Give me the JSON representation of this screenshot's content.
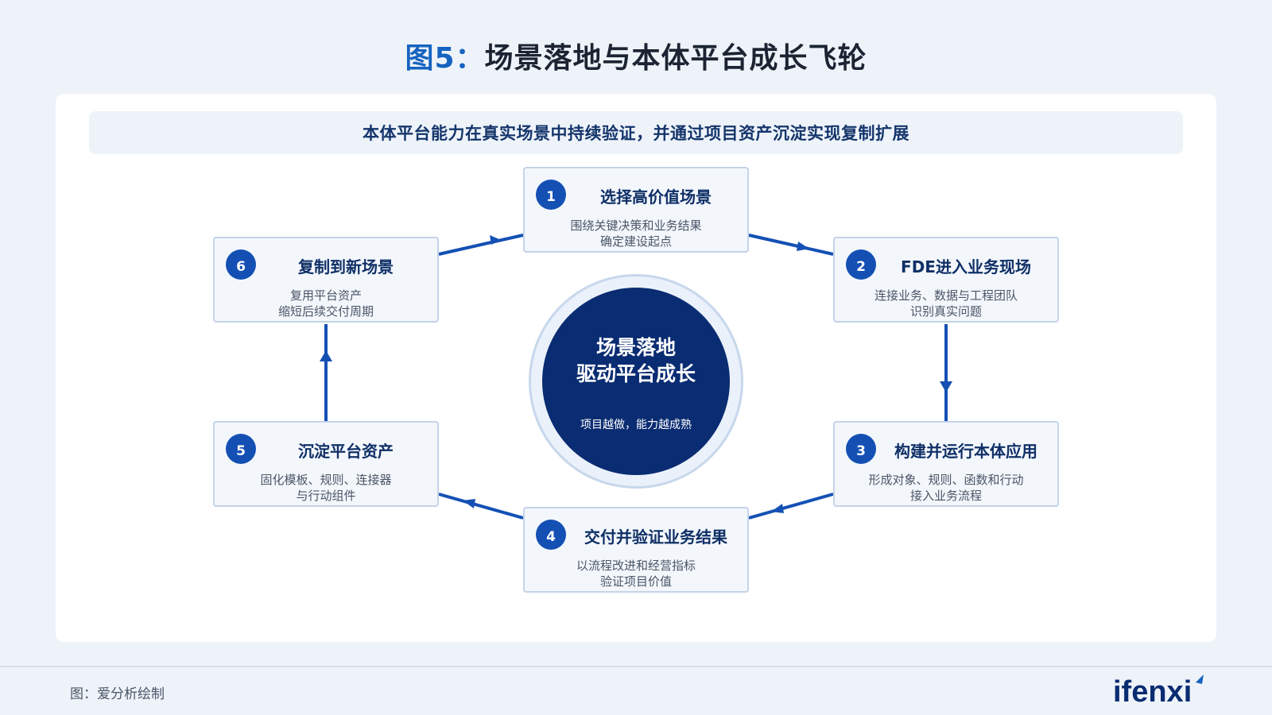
{
  "title": {
    "prefix": "图5：",
    "main": "场景落地与本体平台成长飞轮"
  },
  "subtitle": "本体平台能力在真实场景中持续验证，并通过项目资产沉淀实现复制扩展",
  "hub": {
    "line1": "场景落地",
    "line2": "驱动平台成长",
    "sub": "项目越做，能力越成熟"
  },
  "steps": [
    {
      "number": "1",
      "title": "选择高价值场景",
      "desc1": "围绕关键决策和业务结果",
      "desc2": "确定建设起点"
    },
    {
      "number": "2",
      "title": "FDE进入业务现场",
      "desc1": "连接业务、数据与工程团队",
      "desc2": "识别真实问题"
    },
    {
      "number": "3",
      "title": "构建并运行本体应用",
      "desc1": "形成对象、规则、函数和行动",
      "desc2": "接入业务流程"
    },
    {
      "number": "4",
      "title": "交付并验证业务结果",
      "desc1": "以流程改进和经营指标",
      "desc2": "验证项目价值"
    },
    {
      "number": "5",
      "title": "沉淀平台资产",
      "desc1": "固化模板、规则、连接器",
      "desc2": "与行动组件"
    },
    {
      "number": "6",
      "title": "复制到新场景",
      "desc1": "复用平台资产",
      "desc2": "缩短后续交付周期"
    }
  ],
  "colors": {
    "accent": "#1450b4",
    "hub": "#0a2c72",
    "title_accent": "#1663c0",
    "node_border": "#c4d3e7"
  },
  "footer": {
    "source": "图：爱分析绘制",
    "logo": "ifenxi"
  }
}
